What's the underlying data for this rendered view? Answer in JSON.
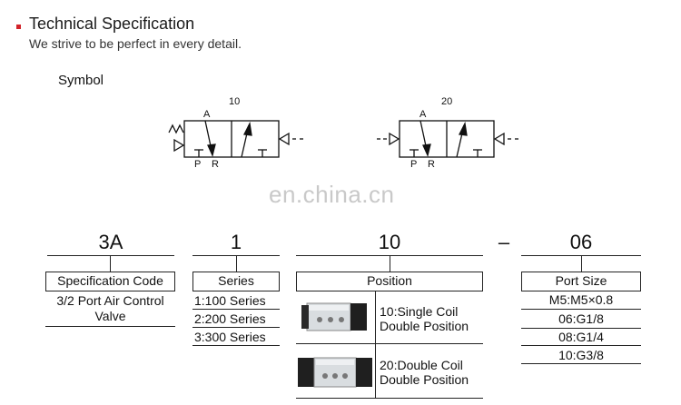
{
  "header": {
    "title": "Technical Specification",
    "subtitle": "We strive to be perfect in every detail."
  },
  "symbol": {
    "label": "Symbol",
    "left_diagram": {
      "number": "10",
      "port_a": "A",
      "port_p": "P",
      "port_r": "R"
    },
    "right_diagram": {
      "number": "20",
      "port_a": "A",
      "port_p": "P",
      "port_r": "R"
    }
  },
  "watermark": "en.china.cn",
  "code": {
    "part1": "3A",
    "part2": "1",
    "part3": "10",
    "dash": "–",
    "part4": "06"
  },
  "spec": {
    "header": "Specification Code",
    "value_line1": "3/2 Port Air Control",
    "value_line2": "Valve"
  },
  "series": {
    "header": "Series",
    "items": [
      "1:100 Series",
      "2:200 Series",
      "3:300 Series"
    ]
  },
  "position": {
    "header": "Position",
    "items": [
      {
        "line1": "10:Single Coil",
        "line2": "Double Position"
      },
      {
        "line1": "20:Double Coil",
        "line2": "Double Position"
      }
    ]
  },
  "port_size": {
    "header": "Port Size",
    "items": [
      "M5:M5×0.8",
      "06:G1/8",
      "08:G1/4",
      "10:G3/8"
    ]
  }
}
